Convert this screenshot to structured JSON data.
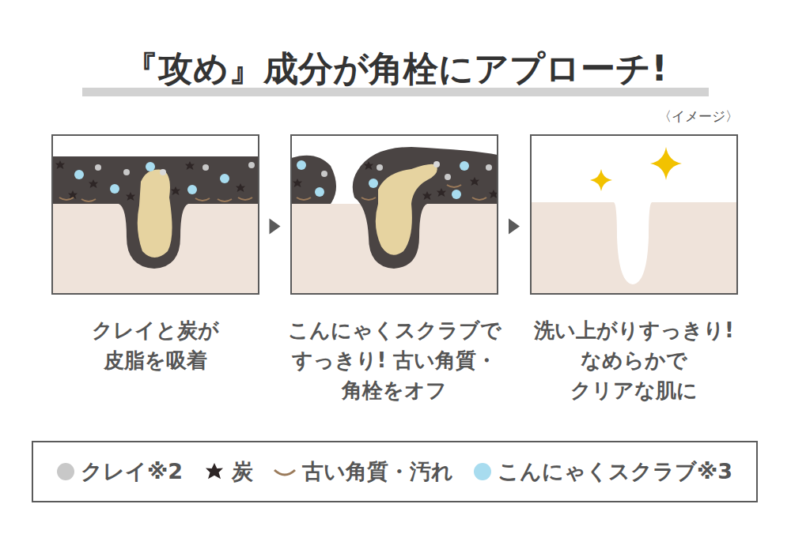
{
  "diagram": {
    "title": "『攻め』成分が角栓にアプローチ!",
    "nodes": [
      {
        "text": [
          "クレイと炭が 皮脂を吸着"
        ]
      },
      {
        "text": [
          "こんにゃくスクラブで すっきり! 古い角質・角栓をオフ"
        ]
      },
      {
        "text": [
          "洗い上がりすっきり! なめらかで クリアな肌に"
        ]
      }
    ],
    "edges": [
      {
        "from": 0,
        "to": 1,
        "arrow": "to"
      },
      {
        "from": 1,
        "to": 2,
        "arrow": "to"
      }
    ],
    "labels": [
      "〈イメージ〉"
    ],
    "legend": [
      {
        "text": "クレイ※2",
        "color": "#c8c8c8"
      },
      {
        "text": "炭"
      },
      {
        "text": "古い角質・汚れ"
      },
      {
        "text": "こんにゃくスクラブ※3",
        "color": "#a8dcef"
      }
    ]
  }
}
